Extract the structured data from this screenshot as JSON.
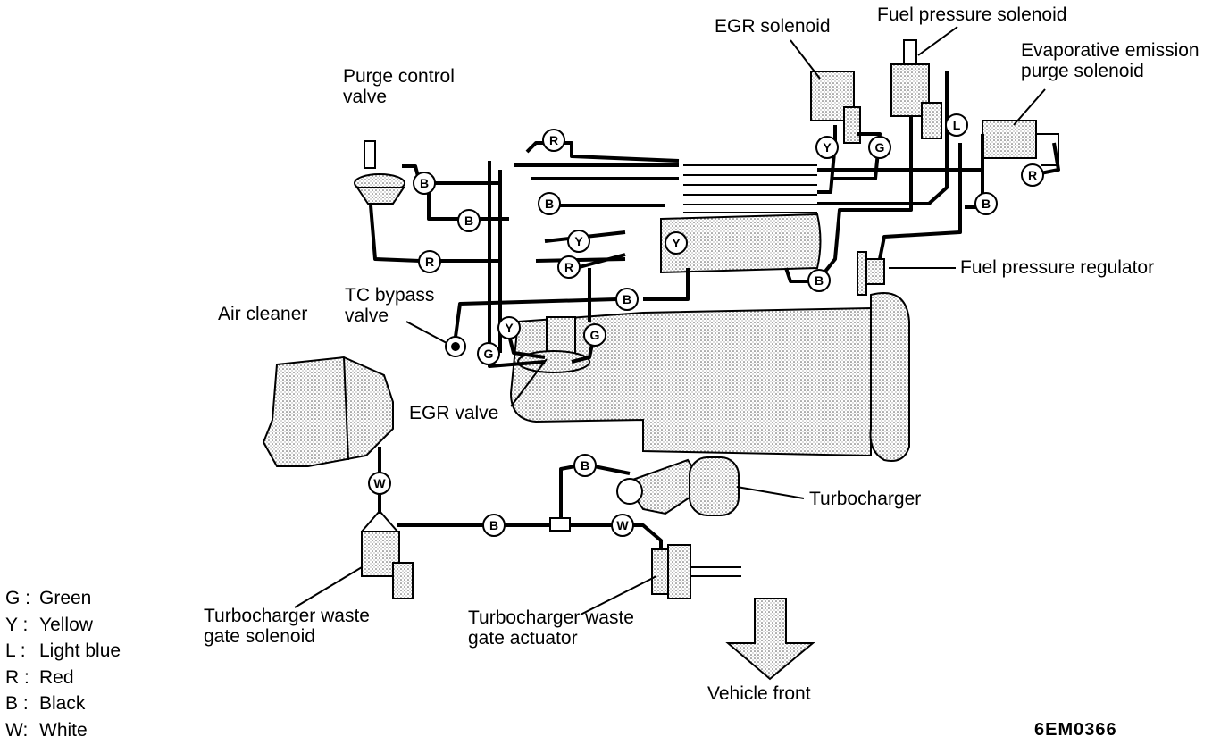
{
  "labels": {
    "egr_solenoid": "EGR solenoid",
    "fuel_pressure_solenoid": "Fuel pressure solenoid",
    "evap_purge_line1": "Evaporative emission",
    "evap_purge_line2": "purge solenoid",
    "purge_control_line1": "Purge control",
    "purge_control_line2": "valve",
    "fuel_pressure_regulator": "Fuel pressure regulator",
    "tc_bypass_line1": "TC bypass",
    "tc_bypass_line2": "valve",
    "air_cleaner": "Air cleaner",
    "egr_valve": "EGR valve",
    "turbocharger": "Turbocharger",
    "waste_gate_solenoid_line1": "Turbocharger waste",
    "waste_gate_solenoid_line2": "gate solenoid",
    "waste_gate_actuator_line1": "Turbocharger waste",
    "waste_gate_actuator_line2": "gate actuator",
    "vehicle_front": "Vehicle front"
  },
  "legend": [
    {
      "code": "G :",
      "name": "Green"
    },
    {
      "code": "Y :",
      "name": "Yellow"
    },
    {
      "code": "L :",
      "name": "Light blue"
    },
    {
      "code": "R :",
      "name": "Red"
    },
    {
      "code": "B :",
      "name": "Black"
    },
    {
      "code": "W:",
      "name": "White"
    }
  ],
  "hose_tags": {
    "R": "R",
    "B": "B",
    "Y": "Y",
    "G": "G",
    "L": "L",
    "W": "W"
  },
  "figure_code": "6EM0366"
}
